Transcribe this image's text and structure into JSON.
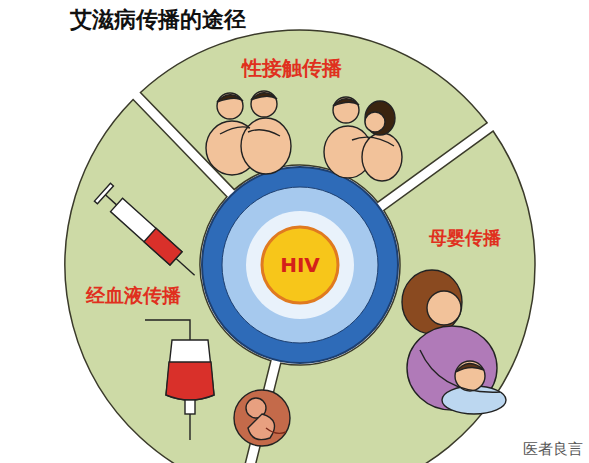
{
  "diagram": {
    "title": "艾滋病传播的途径",
    "nodes": [
      {
        "text": [
          "性接触传播"
        ]
      },
      {
        "text": [
          "HIV"
        ]
      },
      {
        "text": [
          "经血液传播"
        ]
      },
      {
        "text": [
          "母婴传播"
        ]
      }
    ],
    "labels": [
      "医者良言"
    ]
  }
}
